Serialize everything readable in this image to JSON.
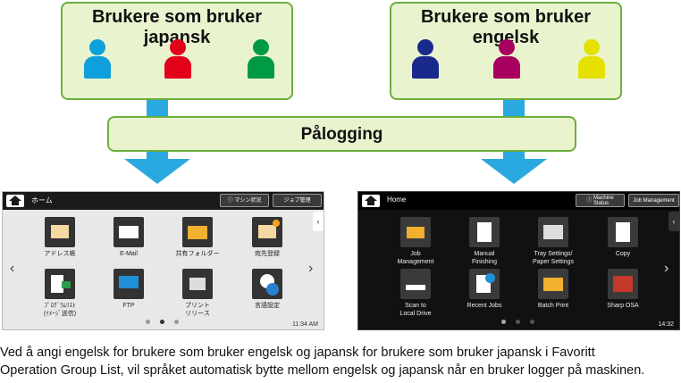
{
  "groups": {
    "japanese": {
      "title": "Brukere som bruker japansk",
      "people_colors": [
        "#0ea0dc",
        "#e3001b",
        "#009a44"
      ]
    },
    "english": {
      "title": "Brukere som bruker engelsk",
      "people_colors": [
        "#1a2a8c",
        "#a8005f",
        "#e6e000"
      ]
    }
  },
  "login": {
    "label": "Pålogging"
  },
  "arrow_color": "#2aa8e0",
  "screen_jp": {
    "home": "ホーム",
    "btn_status": "マシン状況",
    "btn_jobs": "ジョブ管理",
    "tiles": [
      "アドレス帳",
      "E-Mail",
      "共有フォルダー",
      "宛先登録",
      "ﾌﾟﾛｸﾞﾗﾑﾘｽﾄ\n(ｲﾒｰｼﾞ送信)",
      "FTP",
      "プリント\nリリース",
      "言語設定"
    ],
    "time": "11:34 AM"
  },
  "screen_en": {
    "home": "Home",
    "btn_status": "Machine\nStatus",
    "btn_jobs": "Job Management",
    "tiles": [
      "Job Management",
      "Manual\nFinishing",
      "Tray Settings/\nPaper Settings",
      "Copy",
      "Scan to\nLocal Drive",
      "Recent Jobs",
      "Batch Print",
      "Sharp OSA"
    ],
    "time": "14:32"
  },
  "caption": {
    "line1": "Ved å angi engelsk for brukere som bruker engelsk og japansk for brukere som bruker japansk i Favoritt",
    "line2": "Operation Group List, vil språket automatisk bytte mellom engelsk og japansk når en bruker logger på maskinen."
  }
}
